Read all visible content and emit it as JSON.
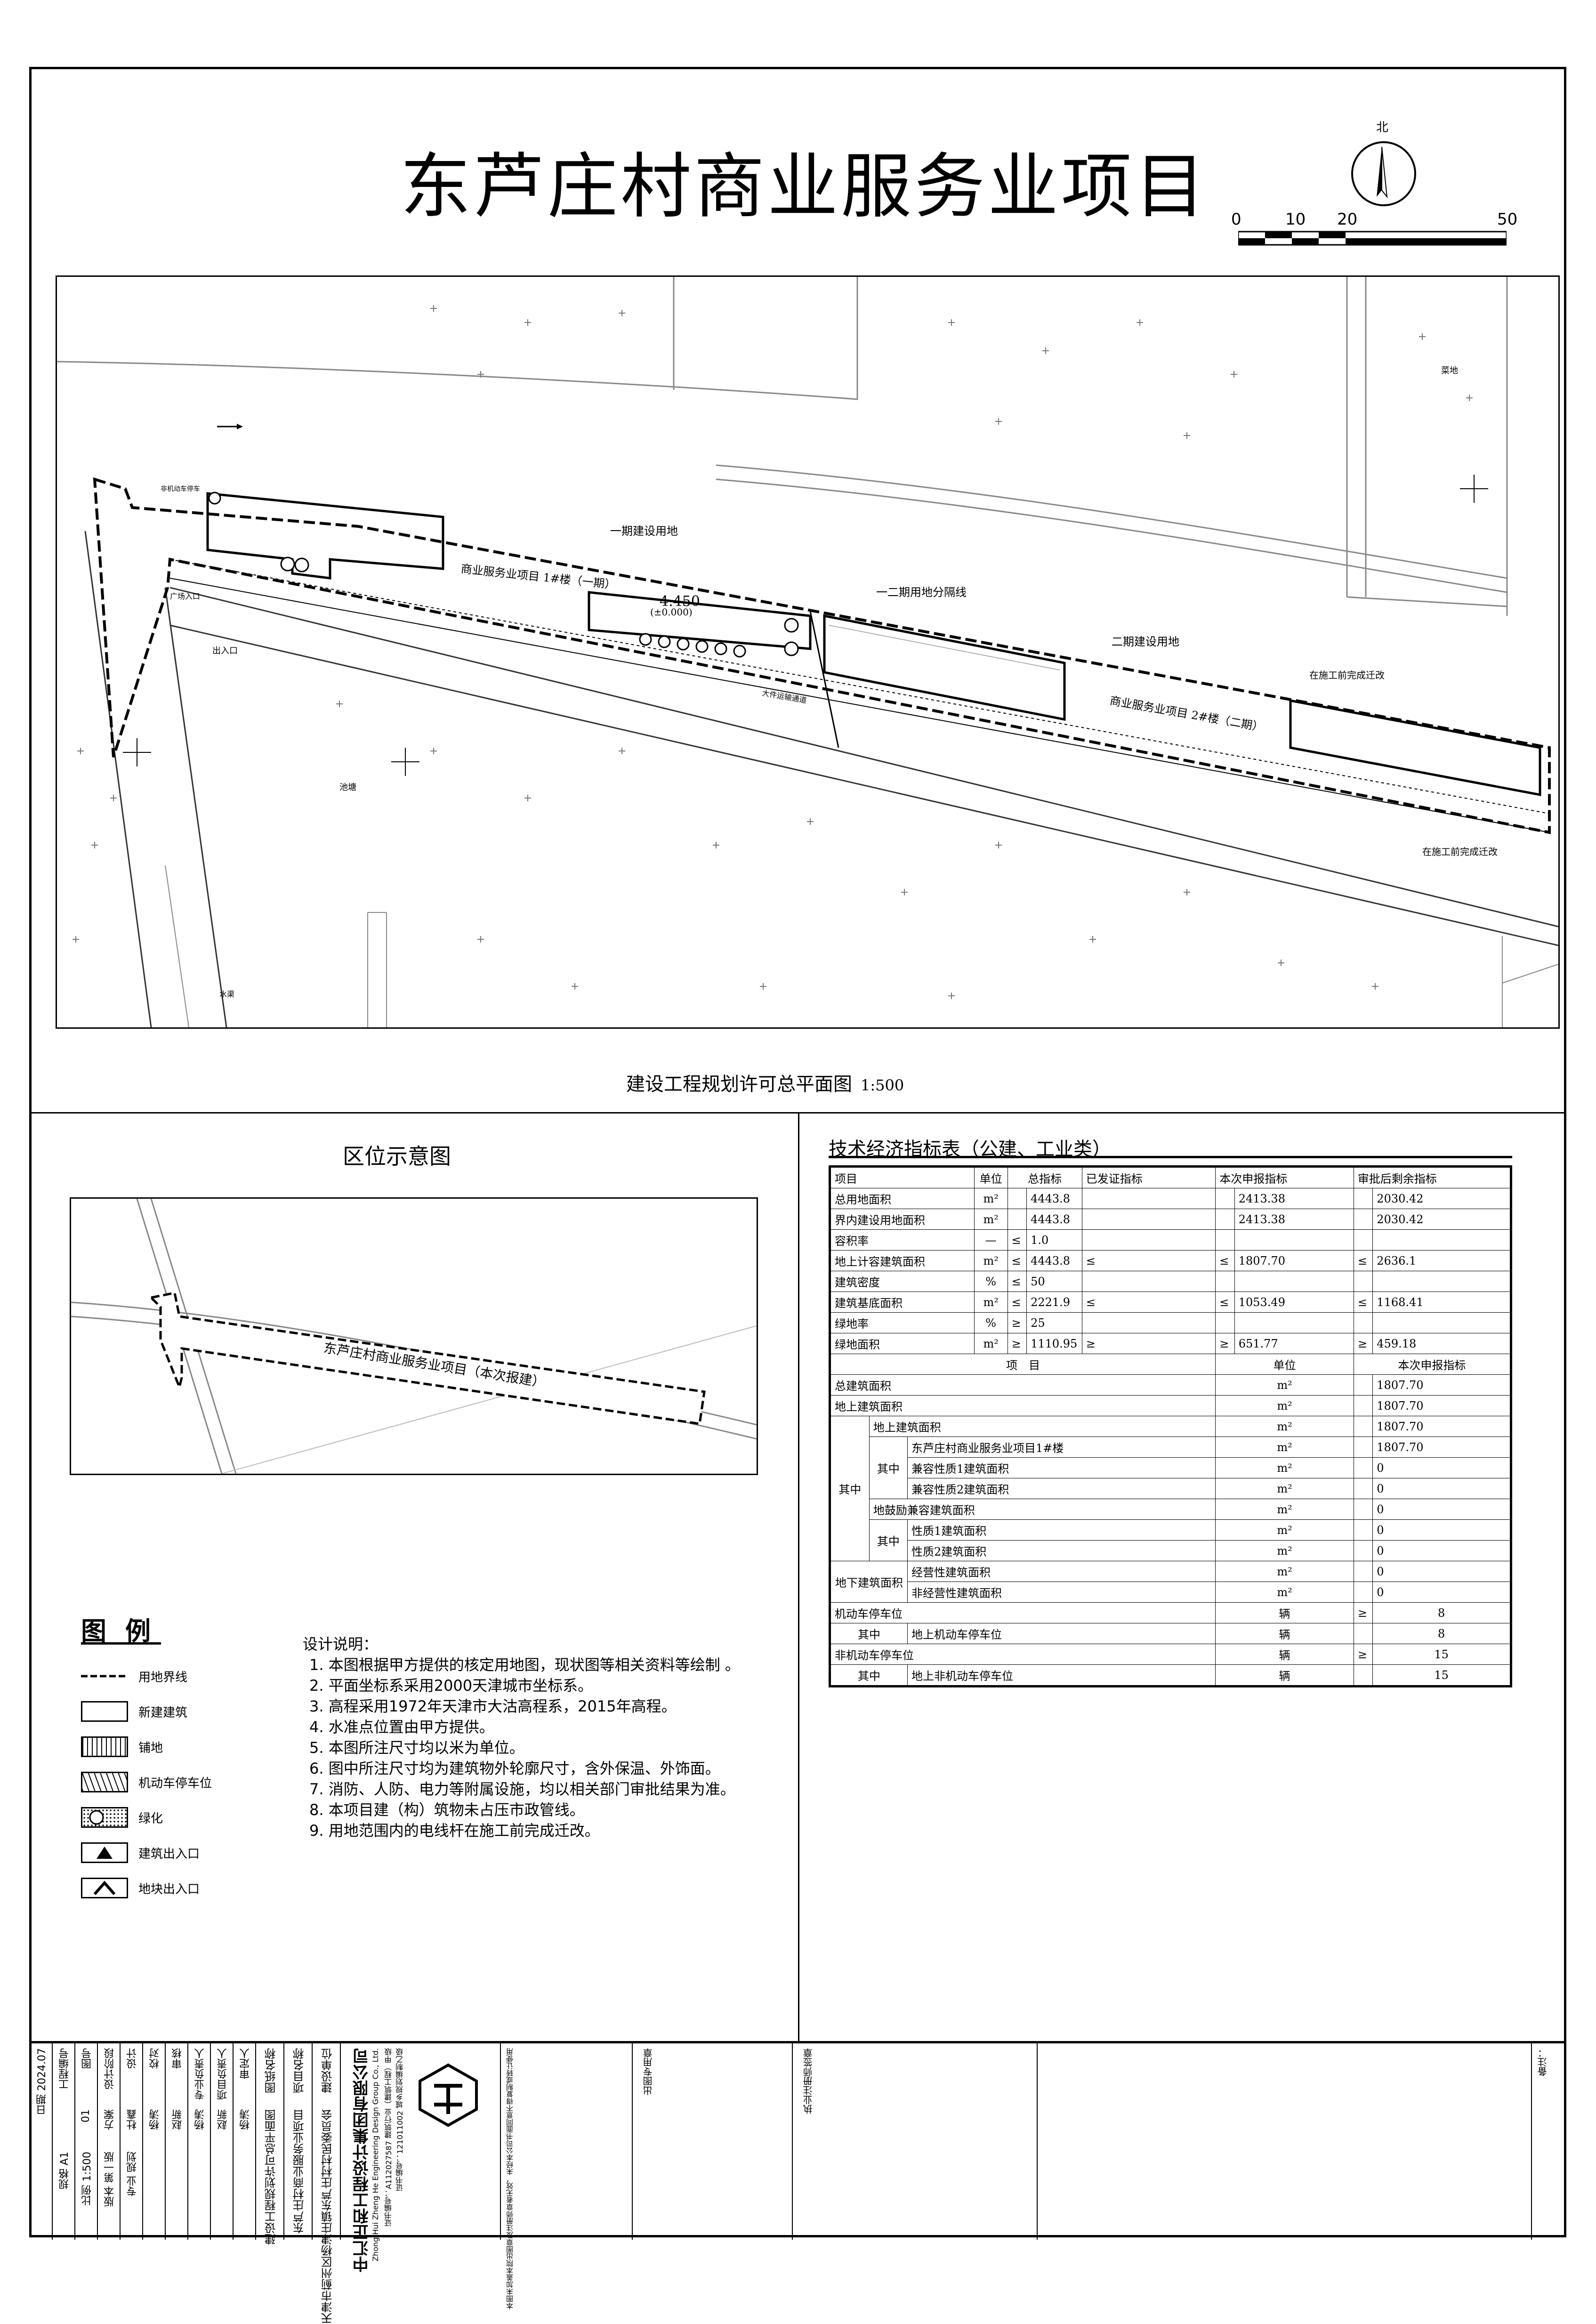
{
  "title": "东芦庄村商业服务业项目",
  "north_label": "北",
  "scale_bar": {
    "ticks": [
      "0",
      "10",
      "20",
      "50"
    ]
  },
  "site_plan": {
    "caption": "建设工程规划许可总平面图",
    "scale": "1:500",
    "labels": {
      "phase1_land": "一期建设用地",
      "phase1_building": "商业服务业项目 1#楼（一期）",
      "elevation_value": "4.450",
      "elevation_ref": "(±0.000)",
      "phase_divider": "一二期用地分隔线",
      "phase2_land": "二期建设用地",
      "phase2_building": "商业服务业项目 2#楼（二期）",
      "construction_relocate_1": "在施工前完成迁改",
      "construction_relocate_2": "在施工前完成迁改",
      "fire_lane": "大件运输通道",
      "entrance": "出入口",
      "square_entrance": "广场入口",
      "parking": "非机动车停车",
      "road_west": "水渠",
      "pond": "池塘",
      "field": "菜地"
    }
  },
  "location_map": {
    "title": "区位示意图",
    "project_label": "东芦庄村商业服务业项目（本次报建）"
  },
  "legend": {
    "title": "图例",
    "items": [
      {
        "icon": "dashed-boundary-icon",
        "label": "用地界线"
      },
      {
        "icon": "new-building-icon",
        "label": "新建建筑"
      },
      {
        "icon": "paving-icon",
        "label": "铺地"
      },
      {
        "icon": "parking-hatch-icon",
        "label": "机动车停车位"
      },
      {
        "icon": "greenery-icon",
        "label": "绿化"
      },
      {
        "icon": "building-entrance-icon",
        "label": "建筑出入口"
      },
      {
        "icon": "site-entrance-icon",
        "label": "地块出入口"
      }
    ]
  },
  "design_notes": {
    "heading": "设计说明：",
    "items": [
      "1. 本图根据甲方提供的核定用地图，现状图等相关资料等绘制 。",
      "2. 平面坐标系采用2000天津城市坐标系。",
      "3. 高程采用1972年天津市大沽高程系，2015年高程。",
      "4. 水准点位置由甲方提供。",
      "5. 本图所注尺寸均以米为单位。",
      "6. 图中所注尺寸均为建筑物外轮廓尺寸，含外保温、外饰面。",
      "7. 消防、人防、电力等附属设施，均以相关部门审批结果为准。",
      "8. 本项目建（构）筑物未占压市政管线。",
      "9. 用地范围内的电线杆在施工前完成迁改。"
    ]
  },
  "tech_table": {
    "title": "技术经济指标表（公建、工业类）",
    "header": [
      "项目",
      "单位",
      "总指标",
      "已发证指标",
      "本次申报指标",
      "审批后剩余指标"
    ],
    "rows": [
      {
        "item": "总用地面积",
        "unit": "m²",
        "op": "",
        "total": "4443.8",
        "issued": "",
        "op2": "",
        "current": "2413.38",
        "op3": "",
        "remaining": "2030.42"
      },
      {
        "item": "界内建设用地面积",
        "unit": "m²",
        "op": "",
        "total": "4443.8",
        "issued": "",
        "op2": "",
        "current": "2413.38",
        "op3": "",
        "remaining": "2030.42"
      },
      {
        "item": "容积率",
        "unit": "—",
        "op": "≤",
        "total": "1.0",
        "issued": "",
        "op2": "",
        "current": "",
        "op3": "",
        "remaining": ""
      },
      {
        "item": "地上计容建筑面积",
        "unit": "m²",
        "op": "≤",
        "total": "4443.8",
        "issued": "≤",
        "op2": "≤",
        "current": "1807.70",
        "op3": "≤",
        "remaining": "2636.1"
      },
      {
        "item": "建筑密度",
        "unit": "%",
        "op": "≤",
        "total": "50",
        "issued": "",
        "op2": "",
        "current": "",
        "op3": "",
        "remaining": ""
      },
      {
        "item": "建筑基底面积",
        "unit": "m²",
        "op": "≤",
        "total": "2221.9",
        "issued": "≤",
        "op2": "≤",
        "current": "1053.49",
        "op3": "≤",
        "remaining": "1168.41"
      },
      {
        "item": "绿地率",
        "unit": "%",
        "op": "≥",
        "total": "25",
        "issued": "",
        "op2": "",
        "current": "",
        "op3": "",
        "remaining": ""
      },
      {
        "item": "绿地面积",
        "unit": "m²",
        "op": "≥",
        "total": "1110.95",
        "issued": "≥",
        "op2": "≥",
        "current": "651.77",
        "op3": "≥",
        "remaining": "459.18"
      }
    ],
    "sub_header": [
      "项　目",
      "单位",
      "本次申报指标"
    ],
    "sub_rows": [
      {
        "g1": "总建筑面积",
        "g2": "",
        "g3": "",
        "unit": "m²",
        "op": "",
        "value": "1807.70"
      },
      {
        "g1": "地上建筑面积",
        "g2": "",
        "g3": "",
        "unit": "m²",
        "op": "",
        "value": "1807.70"
      },
      {
        "g1": "其中",
        "g2": "地上建筑面积",
        "g3": "",
        "unit": "m²",
        "op": "",
        "value": "1807.70"
      },
      {
        "g1": "",
        "g2": "其中",
        "g3": "东芦庄村商业服务业项目1#楼",
        "unit": "m²",
        "op": "",
        "value": "1807.70"
      },
      {
        "g1": "",
        "g2": "",
        "g3": "兼容性质1建筑面积",
        "unit": "m²",
        "op": "",
        "value": "0"
      },
      {
        "g1": "",
        "g2": "",
        "g3": "兼容性质2建筑面积",
        "unit": "m²",
        "op": "",
        "value": "0"
      },
      {
        "g1": "",
        "g2": "地鼓励兼容建筑面积",
        "g3": "",
        "unit": "m²",
        "op": "",
        "value": "0"
      },
      {
        "g1": "",
        "g2": "其中",
        "g3": "性质1建筑面积",
        "unit": "m²",
        "op": "",
        "value": "0"
      },
      {
        "g1": "",
        "g2": "",
        "g3": "性质2建筑面积",
        "unit": "m²",
        "op": "",
        "value": "0"
      },
      {
        "g1": "地下建筑面积",
        "g2": "",
        "g3": "经营性建筑面积",
        "unit": "m²",
        "op": "",
        "value": "0"
      },
      {
        "g1": "",
        "g2": "",
        "g3": "非经营性建筑面积",
        "unit": "m²",
        "op": "",
        "value": "0"
      },
      {
        "g1": "机动车停车位",
        "g2": "",
        "g3": "",
        "unit": "辆",
        "op": "≥",
        "value": "8"
      },
      {
        "g1": "其中",
        "g2": "",
        "g3": "地上机动车停车位",
        "unit": "辆",
        "op": "",
        "value": "8"
      },
      {
        "g1": "非机动车停车位",
        "g2": "",
        "g3": "",
        "unit": "辆",
        "op": "≥",
        "value": "15"
      },
      {
        "g1": "其中",
        "g2": "",
        "g3": "地上非机动车停车位",
        "unit": "辆",
        "op": "",
        "value": "15"
      }
    ]
  },
  "title_block": {
    "labels": [
      "工程编号",
      "图号",
      "设计阶段",
      "设计",
      "校对",
      "审核",
      "专业负责人",
      "项目负责人",
      "审定人"
    ],
    "values": [
      "01",
      "方案",
      "杜鑫",
      "杨涛",
      "赵新",
      "杨涛",
      "赵新",
      "杨涛",
      "杨涛"
    ],
    "extra": [
      "专业 规划",
      "版本 第一版",
      "比例 1:500",
      "规格 A1",
      "日期 2024.07"
    ],
    "drawing_name_label": "图纸名称",
    "drawing_name": "建设工程规划许可总平面图",
    "project_label": "项目名称",
    "project_name": "东芦庄村商业服务业项目",
    "client_label": "建设单位",
    "client_name": "天津市蓟州区杨津庄镇东芦庄村村民委员会",
    "company": "中汇正和工程设计集团有限公司",
    "company_en": "Zhong Hui Zheng He Engineering Design Group Co., Ltd.",
    "cert": "证书编号：A112027587 建筑行业（建筑工程）甲级",
    "cert2": "证书编号：121011002 城乡规划编制乙级",
    "stamp_left": "出图专用章",
    "stamp_right": "执业注册师签章",
    "notice": "本图未加盖本院出图章及注册师章者无效，未经本公司书面同意不得复制或转让使用",
    "remark": "备注："
  }
}
